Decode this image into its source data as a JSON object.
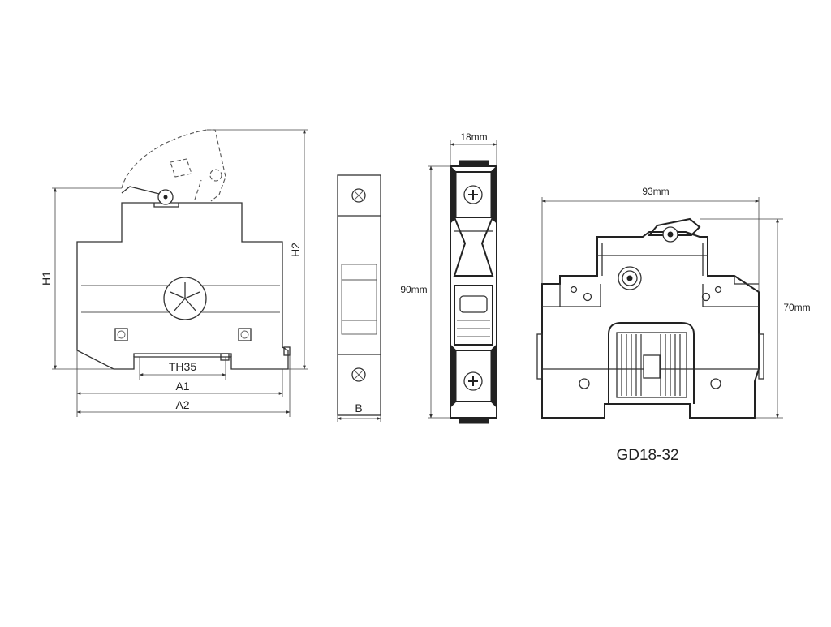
{
  "model_label": "GD18-32",
  "view_left": {
    "h1": "H1",
    "h2": "H2",
    "rail": "TH35",
    "a1": "A1",
    "a2": "A2"
  },
  "view_front": {
    "b": "B"
  },
  "view_side": {
    "width": "18mm",
    "height": "90mm"
  },
  "view_right": {
    "width": "93mm",
    "height": "70mm"
  },
  "colors": {
    "line": "#333333",
    "background": "#ffffff"
  }
}
